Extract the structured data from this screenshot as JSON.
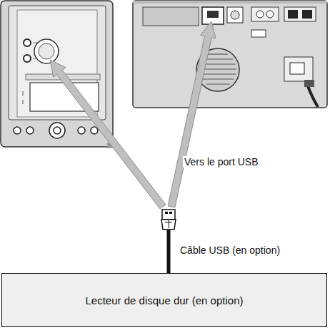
{
  "diagram": {
    "nodes": [
      {
        "text": [
          "Lecteur de disque dur (en option)"
        ]
      }
    ],
    "labels": [
      "Vers le port USB",
      "Câble USB (en option)"
    ]
  }
}
